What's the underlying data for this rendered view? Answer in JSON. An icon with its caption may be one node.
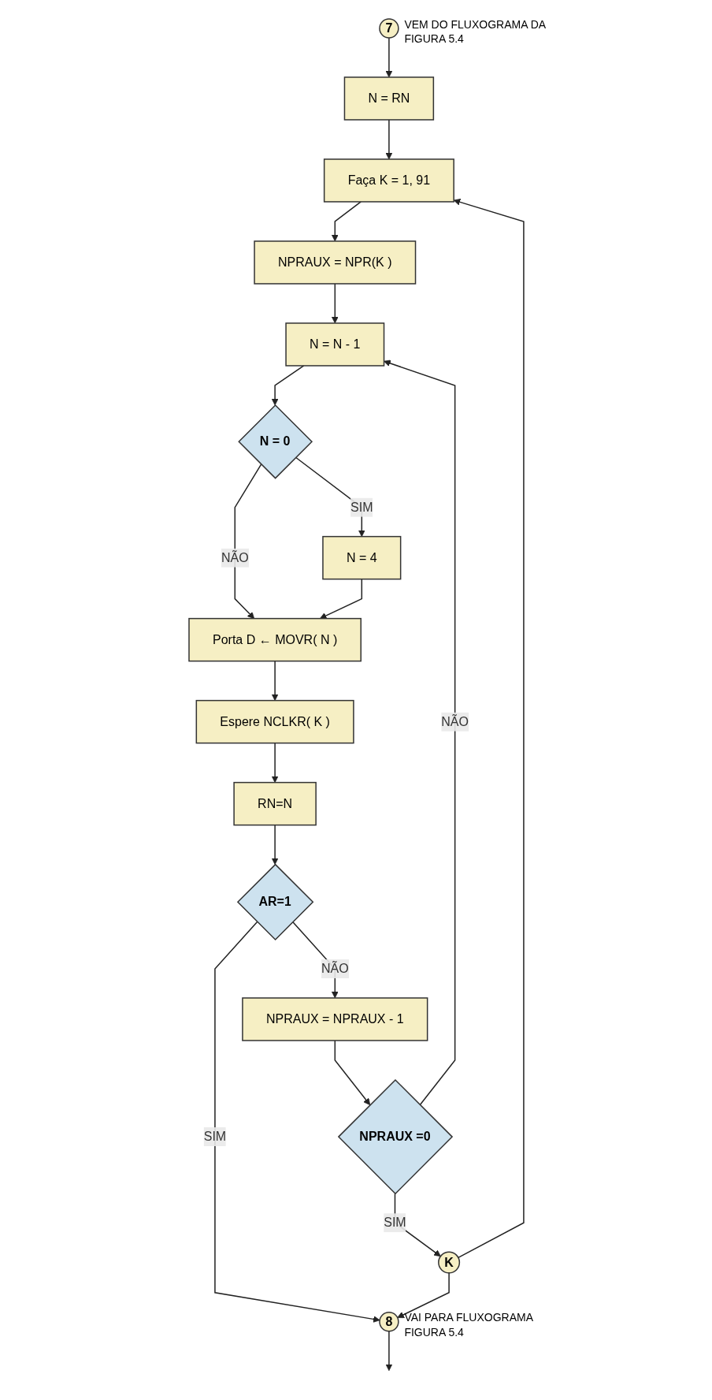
{
  "diagram": {
    "nodes": [
      {
        "text": [
          "7"
        ],
        "beside": [
          "VEM DO FLUXOGRAMA DA FIGURA 5.4"
        ]
      },
      {
        "text": [
          "N = RN"
        ]
      },
      {
        "text": [
          "Faça K = 1, 91"
        ]
      },
      {
        "text": [
          "NPRAUX = NPR(K )"
        ]
      },
      {
        "text": [
          "N = N - 1"
        ]
      },
      {
        "text": [
          "N = 0"
        ]
      },
      {
        "text": [
          "N = 4"
        ]
      },
      {
        "text": [
          "Porta D ← MOVR( N )"
        ]
      },
      {
        "text": [
          "Espere NCLKR( K )"
        ]
      },
      {
        "text": [
          "RN=N"
        ]
      },
      {
        "text": [
          "AR=1"
        ]
      },
      {
        "text": [
          "NPRAUX = NPRAUX - 1"
        ]
      },
      {
        "text": [
          "NPRAUX =0"
        ]
      },
      {
        "text": [
          "K"
        ]
      },
      {
        "text": [
          "8"
        ],
        "beside": [
          "VAI PARA FLUXOGRAMA FIGURA 5.4"
        ]
      }
    ],
    "edges": [
      {
        "from": 0,
        "to": 1,
        "arrow": "to"
      },
      {
        "from": 1,
        "to": 2,
        "arrow": "to"
      },
      {
        "from": 2,
        "to": 3,
        "arrow": "to"
      },
      {
        "from": 3,
        "to": 4,
        "arrow": "to"
      },
      {
        "from": 4,
        "to": 5,
        "arrow": "to"
      },
      {
        "from": 5,
        "to": 6,
        "arrow": "to",
        "label": "SIM"
      },
      {
        "from": 5,
        "to": 7,
        "arrow": "to",
        "label": "NÃO"
      },
      {
        "from": 6,
        "to": 7,
        "arrow": "to"
      },
      {
        "from": 7,
        "to": 8,
        "arrow": "to"
      },
      {
        "from": 8,
        "to": 9,
        "arrow": "to"
      },
      {
        "from": 9,
        "to": 10,
        "arrow": "to"
      },
      {
        "from": 10,
        "to": 11,
        "arrow": "to",
        "label": "NÃO"
      },
      {
        "from": 10,
        "to": 14,
        "arrow": "to",
        "label": "SIM"
      },
      {
        "from": 11,
        "to": 12,
        "arrow": "to"
      },
      {
        "from": 12,
        "to": 4,
        "arrow": "to",
        "label": "NÃO"
      },
      {
        "from": 12,
        "to": 13,
        "arrow": "to",
        "label": "SIM"
      },
      {
        "from": 13,
        "to": 2,
        "arrow": "to"
      },
      {
        "from": 13,
        "to": 14,
        "arrow": "to"
      },
      {
        "from": 14,
        "to": null,
        "arrow": "to"
      }
    ]
  }
}
